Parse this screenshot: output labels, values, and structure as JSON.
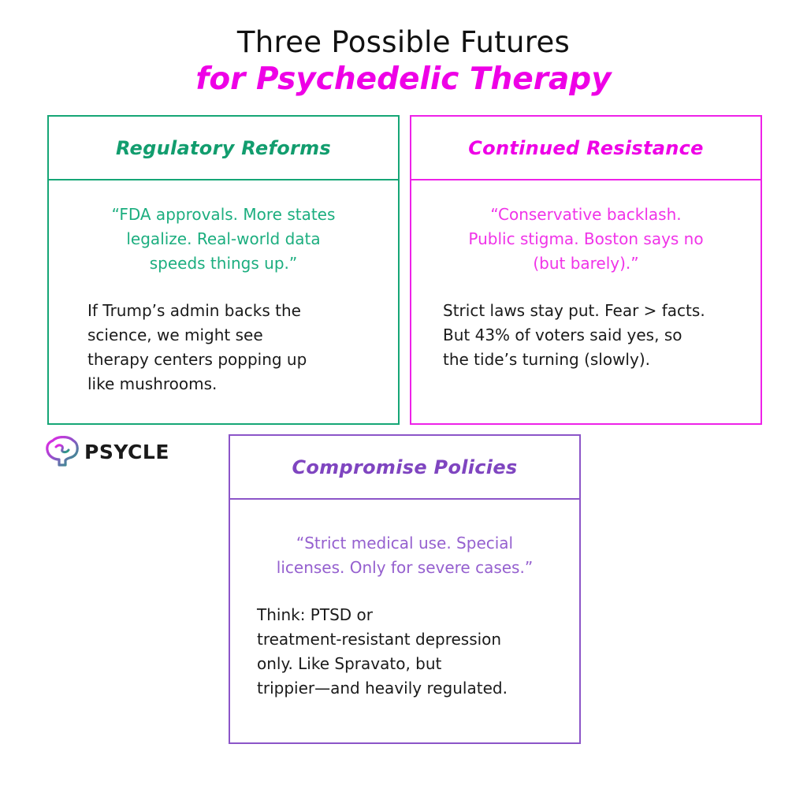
{
  "title": {
    "line1": "Three Possible Futures",
    "line2": "for Psychedelic Therapy"
  },
  "cards": [
    {
      "heading": "Regulatory Reforms",
      "quote_lines": [
        "“FDA approvals. More states",
        "legalize. Real-world data",
        "speeds things up.”"
      ],
      "body_lines": [
        "If Trump’s admin backs the",
        "science, we might see",
        "therapy centers popping up",
        "like mushrooms."
      ],
      "color": "#16a676"
    },
    {
      "heading": "Continued Resistance",
      "quote_lines": [
        "“Conservative backlash.",
        "Public stigma. Boston says no",
        "(but barely).”"
      ],
      "body_lines": [
        "Strict laws stay put. Fear > facts.",
        "But 43% of voters said yes, so",
        "the tide’s turning (slowly)."
      ],
      "color": "#ee22e8"
    },
    {
      "heading": "Compromise Policies",
      "quote_lines": [
        "“Strict medical use. Special",
        "licenses. Only for severe cases.”"
      ],
      "body_lines": [
        "Think: PTSD or",
        "treatment-resistant depression",
        "only. Like Spravato, but",
        "trippier—and heavily regulated."
      ],
      "color": "#8c55c8"
    }
  ],
  "logo": {
    "text": "PSYCLE",
    "icon": "brain-icon"
  }
}
